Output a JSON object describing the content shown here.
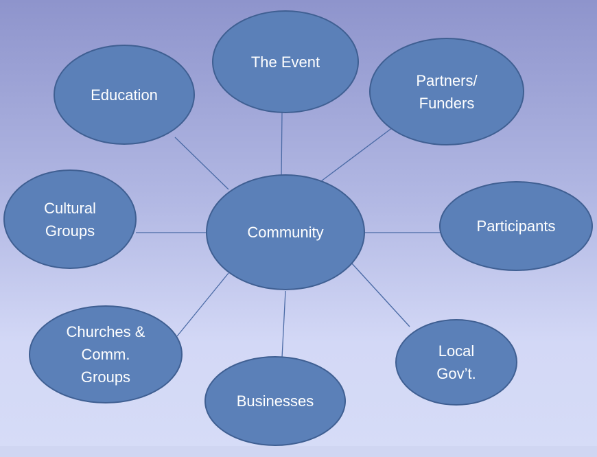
{
  "diagram": {
    "center": {
      "label": "Community"
    },
    "nodes": [
      {
        "id": "the-event",
        "label": "The Event"
      },
      {
        "id": "partners-funders",
        "label": "Partners/\nFunders"
      },
      {
        "id": "education",
        "label": "Education"
      },
      {
        "id": "cultural-groups",
        "label": "Cultural\nGroups"
      },
      {
        "id": "participants",
        "label": "Participants"
      },
      {
        "id": "churches-comm-groups",
        "label": "Churches &\nComm.\nGroups"
      },
      {
        "id": "local-govt",
        "label": "Local\nGov’t."
      },
      {
        "id": "businesses",
        "label": "Businesses"
      }
    ]
  },
  "colors": {
    "node_fill": "#5b80b8",
    "node_border": "#3f5f92",
    "connector": "#4a6aa5",
    "text": "#ffffff"
  }
}
